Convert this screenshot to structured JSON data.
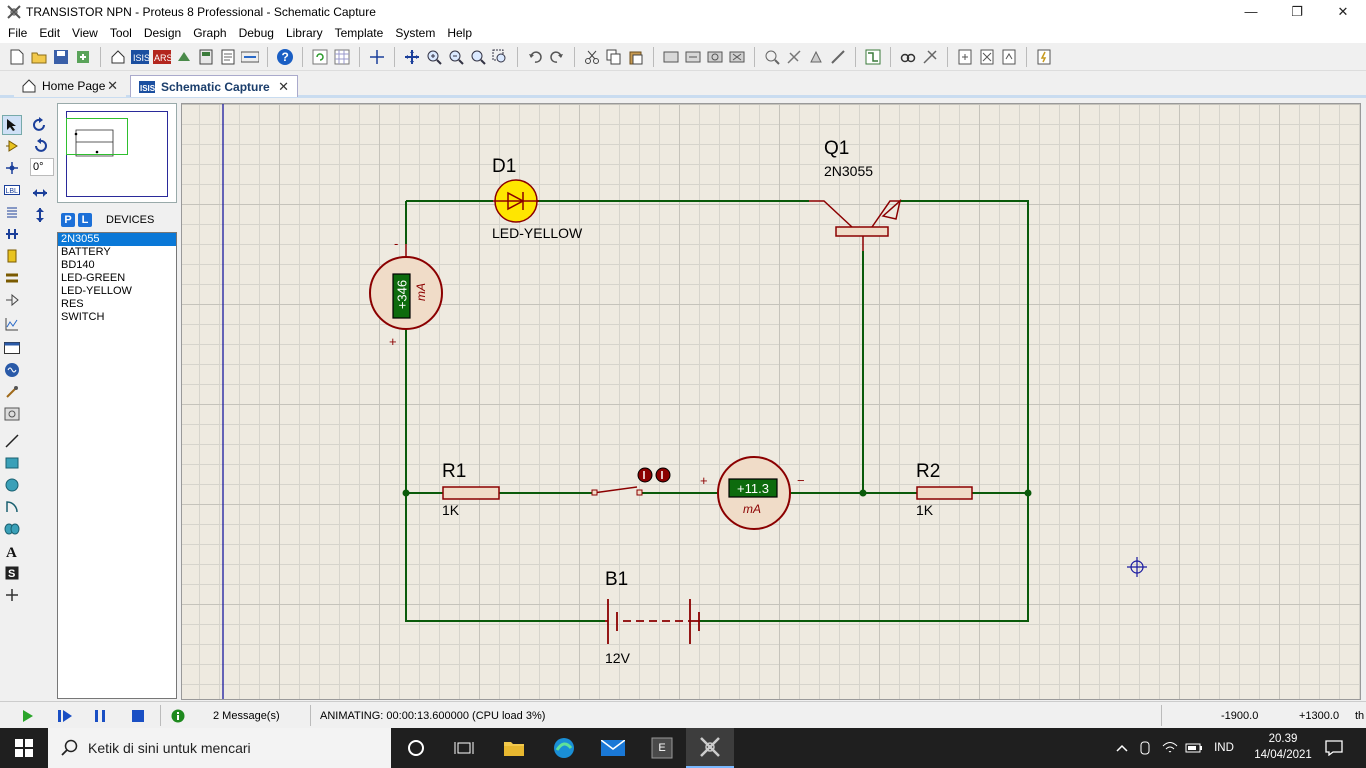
{
  "window": {
    "title": "TRANSISTOR NPN - Proteus 8 Professional - Schematic Capture"
  },
  "menu": [
    "File",
    "Edit",
    "View",
    "Tool",
    "Design",
    "Graph",
    "Debug",
    "Library",
    "Template",
    "System",
    "Help"
  ],
  "tabs": [
    {
      "label": "Home Page",
      "close": "✕"
    },
    {
      "label": "Schematic Capture",
      "close": "✕"
    }
  ],
  "rotation": "0°",
  "devices": {
    "title": "DEVICES",
    "p_label": "P",
    "l_label": "L",
    "items": [
      "2N3055",
      "BATTERY",
      "BD140",
      "LED-GREEN",
      "LED-YELLOW",
      "RES",
      "SWITCH"
    ],
    "selected": "2N3055"
  },
  "schematic": {
    "d1": {
      "ref": "D1",
      "value": "LED-YELLOW"
    },
    "q1": {
      "ref": "Q1",
      "value": "2N3055"
    },
    "r1": {
      "ref": "R1",
      "value": "1K"
    },
    "r2": {
      "ref": "R2",
      "value": "1K"
    },
    "b1": {
      "ref": "B1",
      "value": "12V"
    },
    "ammeter1": {
      "reading": "+346",
      "unit": "mA",
      "minus": "-",
      "plus": "+"
    },
    "ammeter2": {
      "reading": "+11.3",
      "unit": "mA",
      "plus": "+",
      "minus": "−"
    }
  },
  "status": {
    "messages": "2 Message(s)",
    "animating": "ANIMATING: 00:00:13.600000 (CPU load 3%)",
    "coord_x": "-1900.0",
    "coord_y": "+1300.0",
    "unit": "th"
  },
  "taskbar": {
    "search_placeholder": "Ketik di sini untuk mencari",
    "lang": "IND",
    "time": "20.39",
    "date": "14/04/2021",
    "pinned_letter": "E"
  },
  "colors": {
    "wire": "#0a5a0a",
    "component": "#8b0000",
    "led": "#ffe600",
    "meter_bg": "#f0dcc8",
    "display": "#0d6b0d",
    "accent": "#0a78d7"
  }
}
